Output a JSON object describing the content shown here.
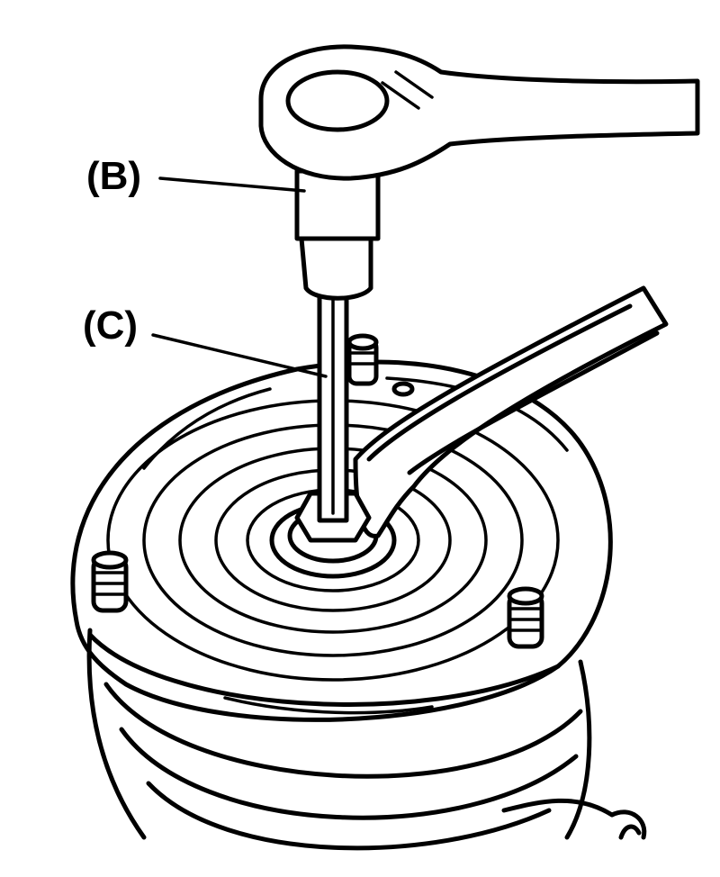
{
  "figure": {
    "callouts": [
      {
        "id": "B",
        "text": "(B)"
      },
      {
        "id": "C",
        "text": "(C)"
      }
    ]
  },
  "colors": {
    "ink": "#000000",
    "background": "#ffffff"
  }
}
